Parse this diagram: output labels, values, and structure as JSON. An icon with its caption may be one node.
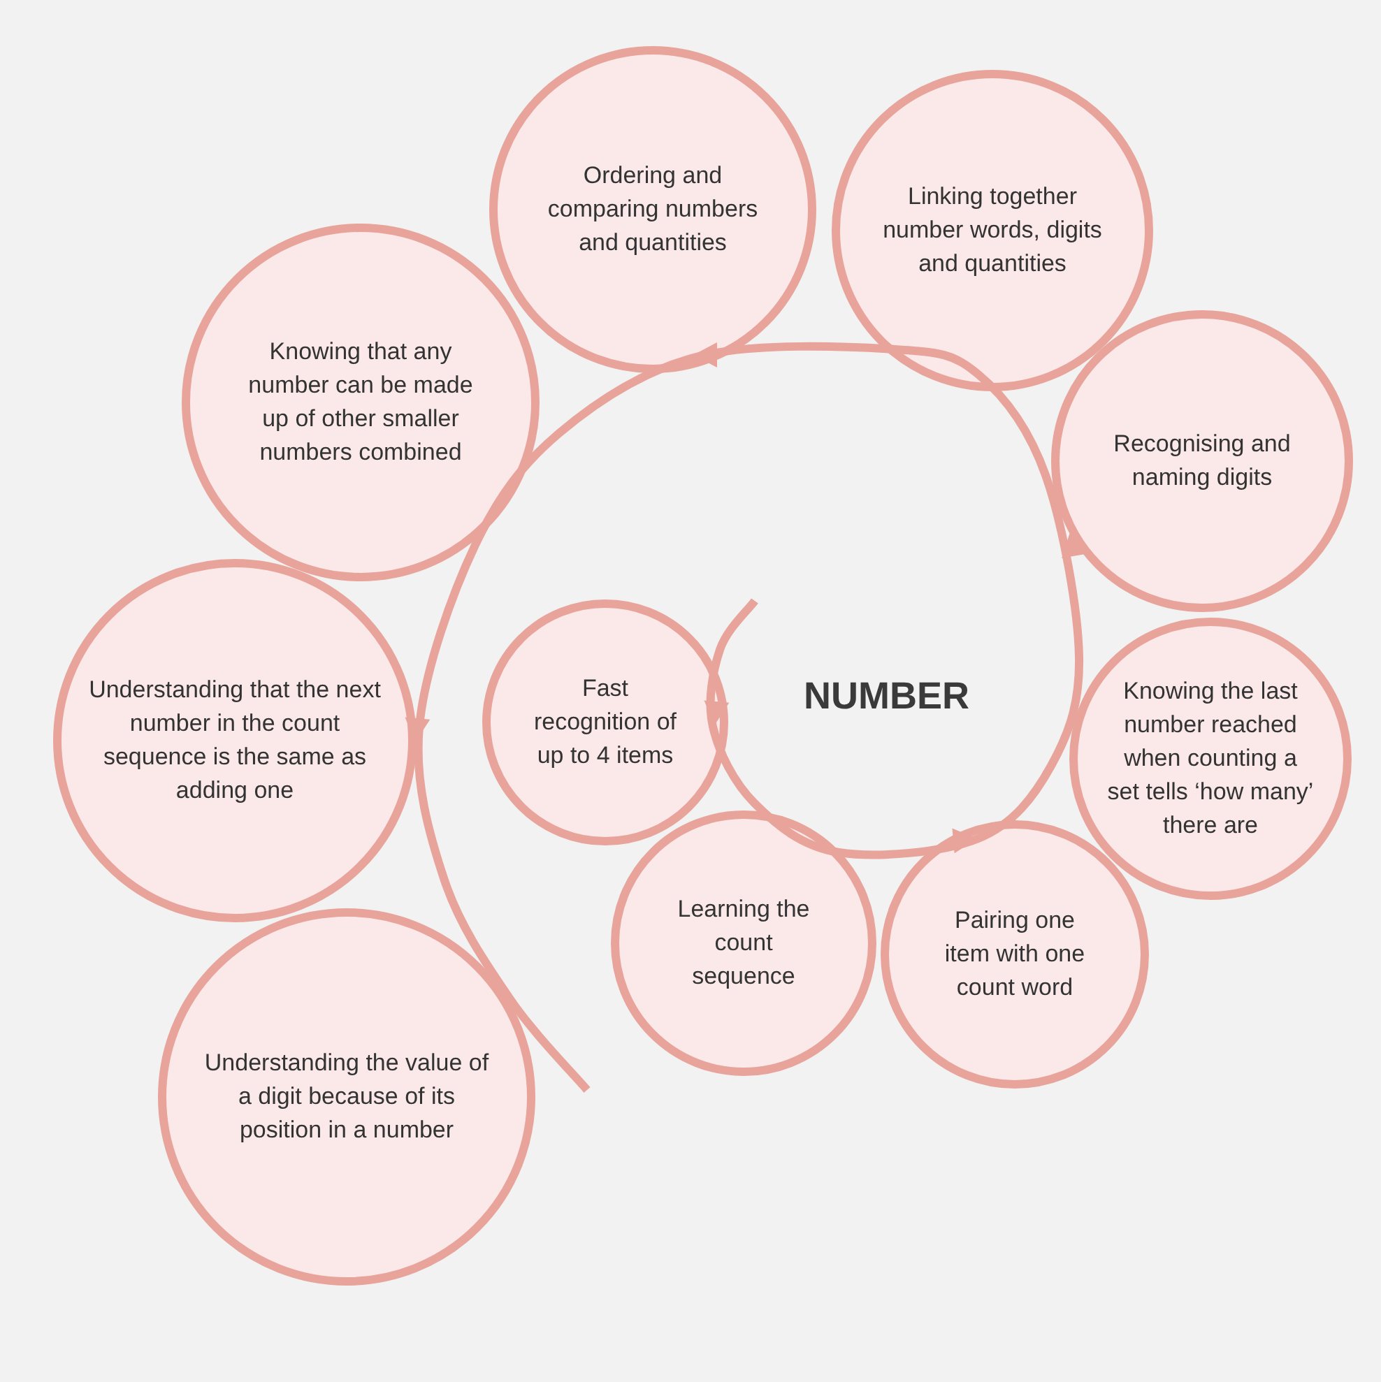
{
  "diagram": {
    "title": "NUMBER",
    "nodes": [
      {
        "text": [
          "Fast recognition of up to 4 items"
        ]
      },
      {
        "text": [
          "Learning the count sequence"
        ]
      },
      {
        "text": [
          "Pairing one item with one count word"
        ]
      },
      {
        "text": [
          "Knowing the last number reached when counting a set tells ‘how many’ there are"
        ]
      },
      {
        "text": [
          "Recognising and naming digits"
        ]
      },
      {
        "text": [
          "Linking together number words, digits and quantities"
        ]
      },
      {
        "text": [
          "Ordering and comparing numbers and quantities"
        ]
      },
      {
        "text": [
          "Knowing that any number can be made up of other smaller numbers combined"
        ]
      },
      {
        "text": [
          "Understanding that the next number in the count sequence is the same as adding one"
        ]
      },
      {
        "text": [
          "Understanding the value of a digit because of its position in a number"
        ]
      }
    ],
    "edges": []
  }
}
